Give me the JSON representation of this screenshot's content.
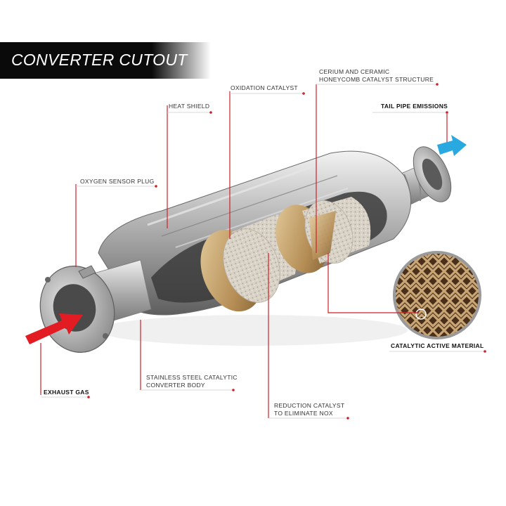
{
  "title": "CONVERTER CUTOUT",
  "labels": {
    "heat_shield": "HEAT SHIELD",
    "oxidation_catalyst": "OXIDATION CATALYST",
    "cerium_line1": "CERIUM AND CERAMIC",
    "cerium_line2": "HONEYCOMB CATALYST STRUCTURE",
    "tail_pipe": "TAIL PIPE EMISSIONS",
    "oxygen_sensor": "OXYGEN SENSOR PLUG",
    "catalytic_material": "CATALYTIC ACTIVE MATERIAL",
    "stainless_line1": "STAINLESS STEEL CATALYTIC",
    "stainless_line2": "CONVERTER BODY",
    "exhaust_gas": "EXHAUST GAS",
    "reduction_line1": "REDUCTION CATALYST",
    "reduction_line2": "TO ELIMINATE NOX"
  },
  "colors": {
    "callout_line": "#d01f2a",
    "inlet_arrow": "#e31b23",
    "outlet_arrow": "#2aa9e0",
    "catalyst_foam": "#d8d0c4",
    "honeycomb": "#c9a676"
  }
}
